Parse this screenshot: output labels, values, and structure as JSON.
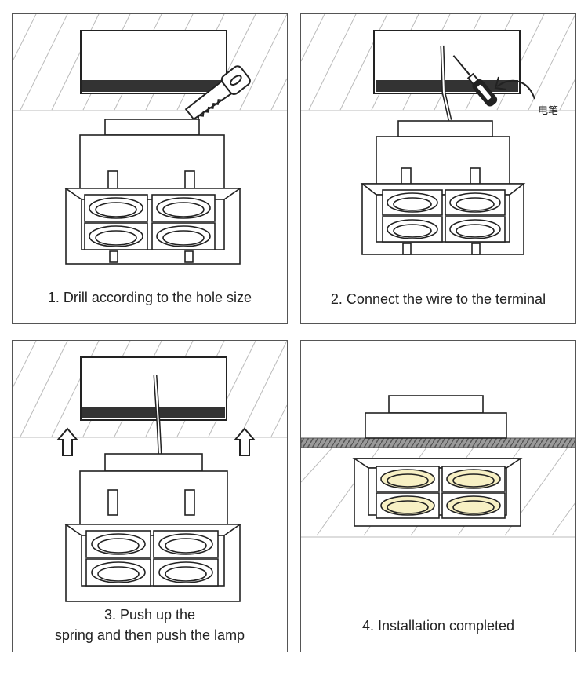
{
  "steps": [
    {
      "caption": "1. Drill according to the hole size"
    },
    {
      "caption": "2. Connect the wire to the terminal",
      "tool_label": "电笔"
    },
    {
      "caption_line1": "3. Push up the",
      "caption_line2": "spring and then push the lamp"
    },
    {
      "caption": "4. Installation completed"
    }
  ],
  "colors": {
    "stroke": "#222222",
    "hatch": "#bbbbbb",
    "lit_lens": "#f7f0c4",
    "ceiling_band": "#777777"
  },
  "icons": [
    "saw-icon",
    "screwdriver-icon",
    "arrow-up-icon"
  ]
}
